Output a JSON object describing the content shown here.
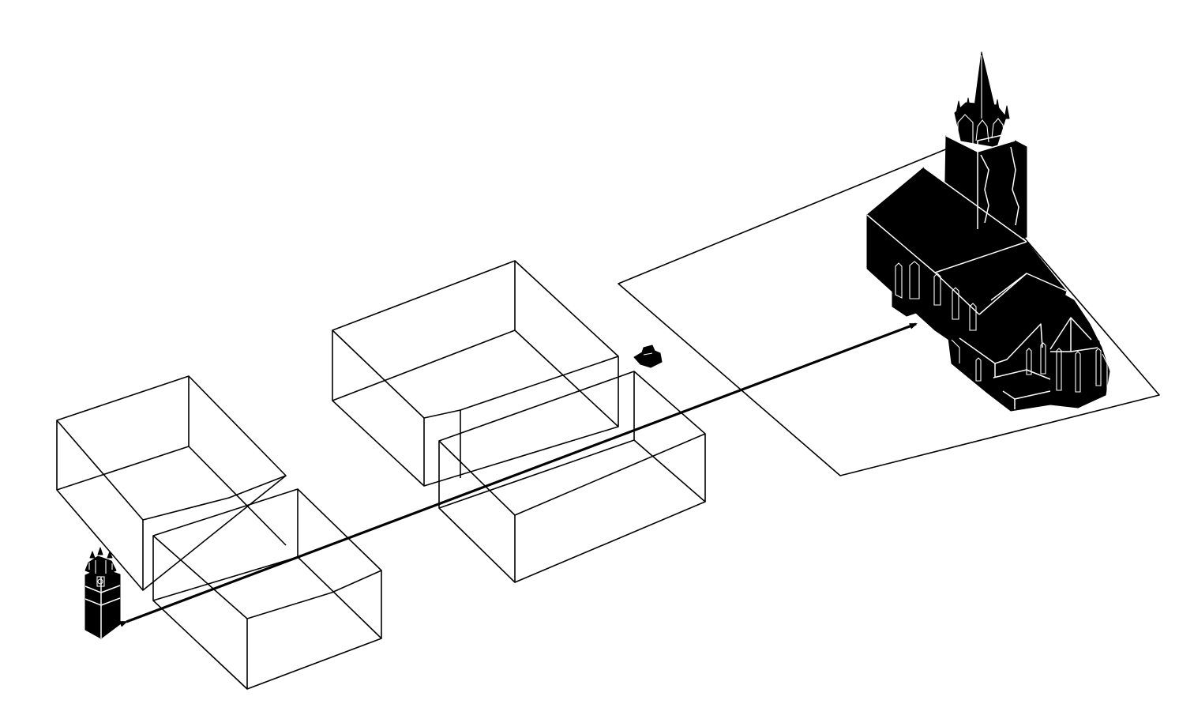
{
  "figure": {
    "kind": "axonometric sightline diagram",
    "colors": {
      "background": "#ffffff",
      "ink": "#000000",
      "highlight": "#ffffff"
    },
    "elements": [
      "church-with-spire",
      "church-plot-outline",
      "small-tower",
      "building-block-front-left",
      "building-block-back-left",
      "building-block-back-middle",
      "building-block-front-middle",
      "small-object",
      "sightline-arrow"
    ]
  }
}
